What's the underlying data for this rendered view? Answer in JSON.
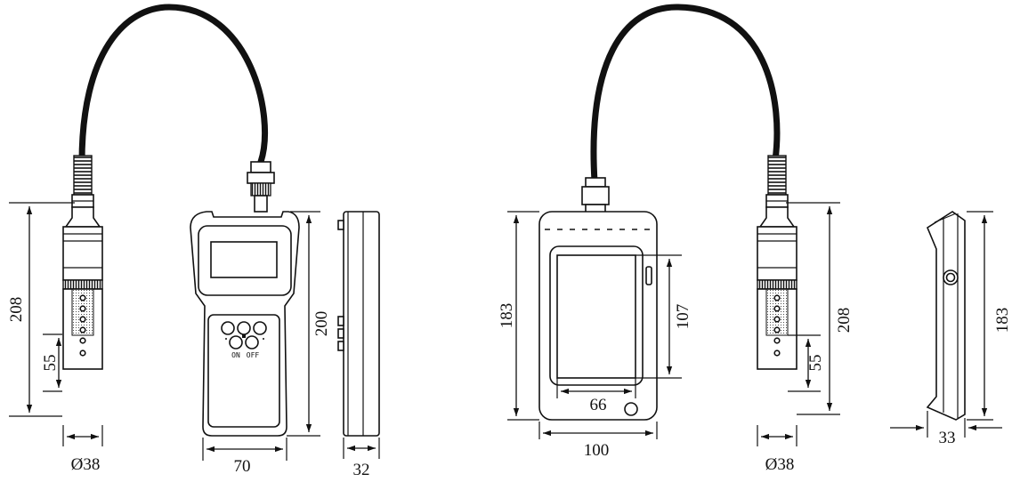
{
  "colors": {
    "line": "#111111",
    "background": "#ffffff"
  },
  "dimensions": {
    "probe1_length": "208",
    "probe1_tip": "55",
    "probe1_diameter": "Ø38",
    "meter1_height": "200",
    "meter1_width": "70",
    "meter1_depth": "32",
    "meter2_height": "183",
    "meter2_screen_height": "107",
    "meter2_screen_width": "66",
    "meter2_width": "100",
    "probe2_length": "208",
    "probe2_tip": "55",
    "probe2_diameter": "Ø38",
    "meter2_side_height": "183",
    "meter2_side_depth": "33"
  },
  "keypad": {
    "on_label": "ON",
    "off_label": "OFF"
  }
}
